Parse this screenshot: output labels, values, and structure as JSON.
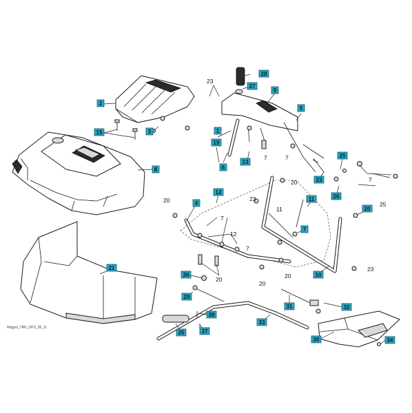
{
  "diagram": {
    "reference_code": "Rdgpol_TRK_OFD_05_11",
    "callout_color": "#2ea7c2"
  },
  "callouts": [
    {
      "id": "c28",
      "label": "28"
    },
    {
      "id": "c27",
      "label": "27"
    },
    {
      "id": "c9",
      "label": "9"
    },
    {
      "id": "c2",
      "label": "2"
    },
    {
      "id": "c5",
      "label": "5"
    },
    {
      "id": "c3",
      "label": "3"
    },
    {
      "id": "c15",
      "label": "15"
    },
    {
      "id": "c1",
      "label": "1"
    },
    {
      "id": "c19",
      "label": "19"
    },
    {
      "id": "c6",
      "label": "6"
    },
    {
      "id": "c13",
      "label": "13"
    },
    {
      "id": "c25",
      "label": "25"
    },
    {
      "id": "c8",
      "label": "8"
    },
    {
      "id": "c23b",
      "label": "23"
    },
    {
      "id": "c26",
      "label": "26"
    },
    {
      "id": "c12",
      "label": "12"
    },
    {
      "id": "c11",
      "label": "11"
    },
    {
      "id": "c4",
      "label": "4"
    },
    {
      "id": "c20c",
      "label": "20"
    },
    {
      "id": "c7c",
      "label": "7"
    },
    {
      "id": "c21",
      "label": "21"
    },
    {
      "id": "c10",
      "label": "10"
    },
    {
      "id": "c36",
      "label": "36"
    },
    {
      "id": "c29",
      "label": "29"
    },
    {
      "id": "c31",
      "label": "31"
    },
    {
      "id": "c32",
      "label": "32"
    },
    {
      "id": "c38",
      "label": "38"
    },
    {
      "id": "c33",
      "label": "33"
    },
    {
      "id": "c35",
      "label": "35"
    },
    {
      "id": "c37",
      "label": "37"
    },
    {
      "id": "c30",
      "label": "30"
    },
    {
      "id": "c34",
      "label": "34"
    }
  ],
  "labels": [
    {
      "id": "t23a",
      "label": "23"
    },
    {
      "id": "t7a",
      "label": "7"
    },
    {
      "id": "t7b",
      "label": "7"
    },
    {
      "id": "t20a",
      "label": "20"
    },
    {
      "id": "t7c",
      "label": "7"
    },
    {
      "id": "t25",
      "label": "25"
    },
    {
      "id": "t20b",
      "label": "20"
    },
    {
      "id": "t23c",
      "label": "23"
    },
    {
      "id": "t11",
      "label": "11"
    },
    {
      "id": "t7d",
      "label": "7"
    },
    {
      "id": "t12",
      "label": "12"
    },
    {
      "id": "t7e",
      "label": "7"
    },
    {
      "id": "t20d",
      "label": "20"
    },
    {
      "id": "t20e",
      "label": "20"
    },
    {
      "id": "t23d",
      "label": "23"
    },
    {
      "id": "t20f",
      "label": "20"
    }
  ]
}
